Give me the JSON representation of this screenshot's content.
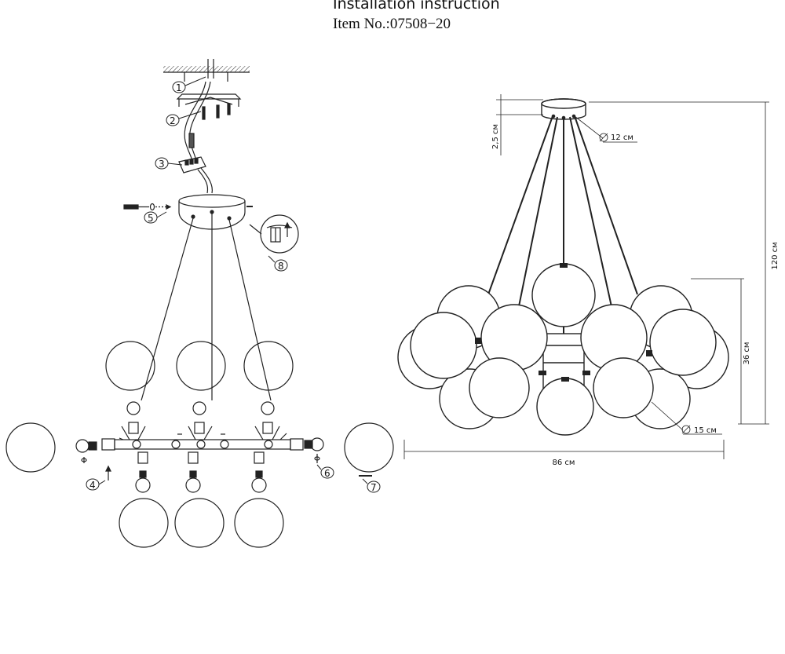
{
  "header": {
    "title": "Installation instruction",
    "item_no": "Item No.:07508−20"
  },
  "steps": {
    "s1": "1",
    "s2": "2",
    "s3": "3",
    "s4": "4",
    "s5": "5",
    "s6": "6",
    "s7": "7",
    "s8": "8"
  },
  "dimensions": {
    "canopy_height": "2,5 см",
    "canopy_diameter": "12 см",
    "total_height": "120 см",
    "cluster_height": "36 см",
    "globe_diameter": "15 см",
    "width": "86 см"
  }
}
